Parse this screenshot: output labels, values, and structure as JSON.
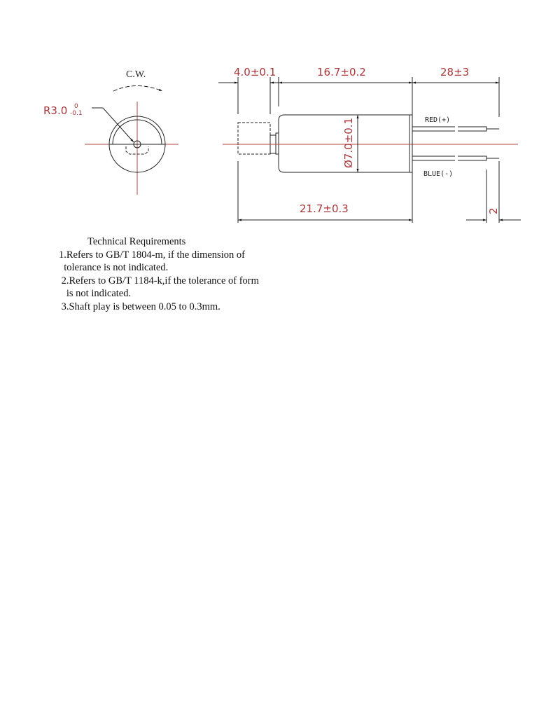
{
  "drawing": {
    "rotation_label": "C.W.",
    "radius_label": "R3.0",
    "radius_tol_upper": "0",
    "radius_tol_lower": "-0.1",
    "dim_weight_length": "4.0±0.1",
    "dim_body_length": "16.7±0.2",
    "dim_lead_length": "28±3",
    "dim_total_length": "21.7±0.3",
    "dim_diameter": "Ø7.0±0.1",
    "dim_strip": "2",
    "wire_red": "RED(+)",
    "wire_blue": "BLUE(-)"
  },
  "requirements": {
    "title": "Technical Requirements",
    "lines": [
      "1.Refers to GB/T 1804-m, if the dimension of",
      "  tolerance is not indicated.",
      " 2.Refers to GB/T 1184-k,if the tolerance of form",
      "   is not indicated.",
      " 3.Shaft play is between 0.05 to 0.3mm."
    ]
  },
  "colors": {
    "dimension": "#a8363b",
    "line": "#222222"
  }
}
